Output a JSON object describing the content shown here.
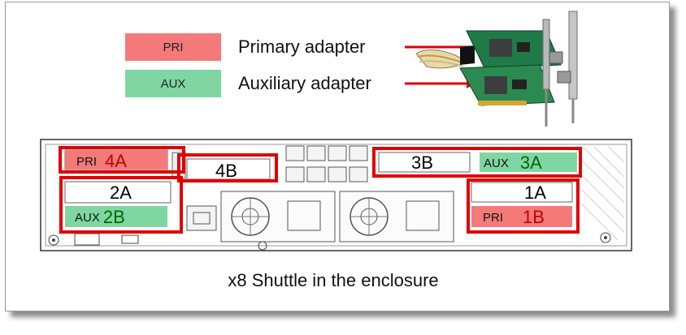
{
  "legend": {
    "primary": {
      "tag": "PRI",
      "text": "Primary adapter",
      "color": "#f47a7a"
    },
    "auxiliary": {
      "tag": "AUX",
      "text": "Auxiliary adapter",
      "color": "#7fd6a2"
    }
  },
  "slots": {
    "s4a": {
      "tag": "PRI",
      "id": "4A"
    },
    "s4b": {
      "id": "4B"
    },
    "s3b": {
      "id": "3B"
    },
    "s3a": {
      "tag": "AUX",
      "id": "3A"
    },
    "s2a": {
      "id": "2A"
    },
    "s2b": {
      "tag": "AUX",
      "id": "2B"
    },
    "s1a": {
      "id": "1A"
    },
    "s1b": {
      "tag": "PRI",
      "id": "1B"
    }
  },
  "caption": "x8 Shuttle in the enclosure",
  "colors": {
    "highlight": "#e00000",
    "pri_text": "#c00000",
    "aux_text": "#006600"
  }
}
